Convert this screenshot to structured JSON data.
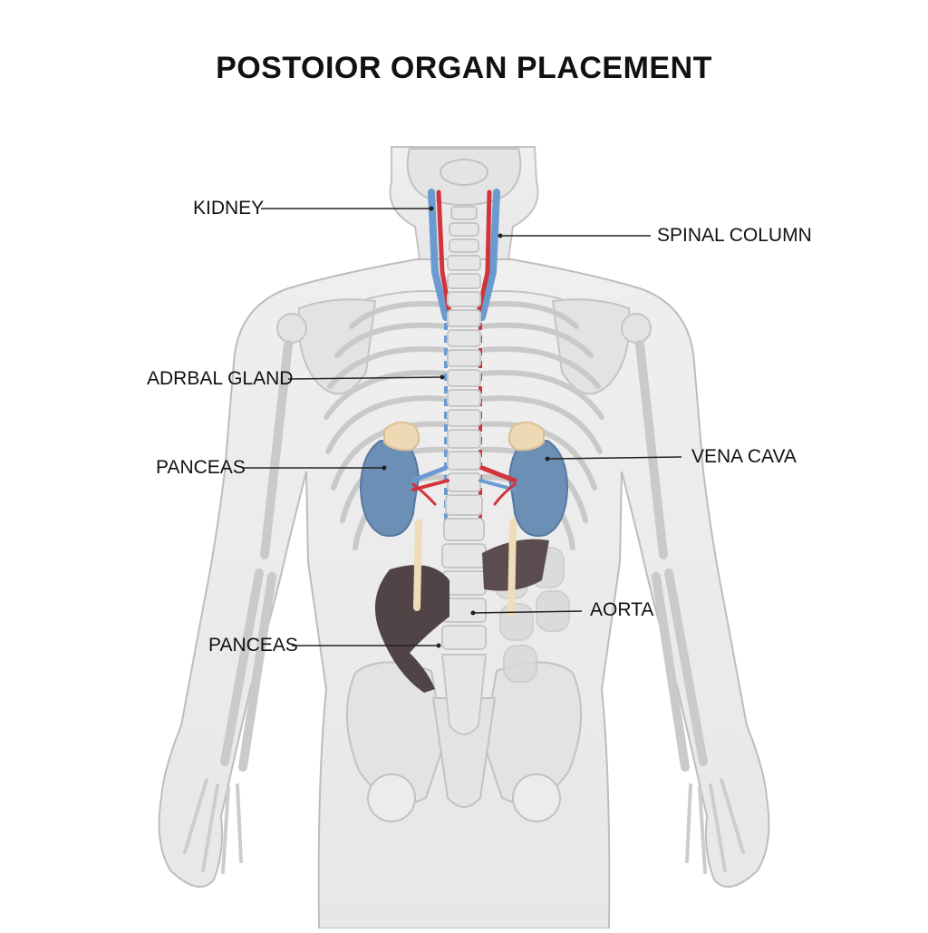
{
  "title": "POSTOIOR ORGAN PLACEMENT",
  "labels": {
    "kidney": "KIDNEY",
    "spinal_column": "SPINAL COLUMN",
    "adrenal_gland": "ADRBAL GLAND",
    "pancreas_upper": "PANCEAS",
    "vena_cava": "VENA CAVA",
    "aorta": "AORTA",
    "pancreas_lower": "PANCEAS"
  },
  "colors": {
    "body": "#ececec",
    "bone": "#e2e2e2",
    "outline": "#b9b9b9",
    "kidney": "#6b8fb5",
    "adrenal": "#efd9b5",
    "vein": "#5f8fc4",
    "artery": "#d1343a",
    "pancreas": "#514446",
    "ureter": "#efdcb8"
  }
}
